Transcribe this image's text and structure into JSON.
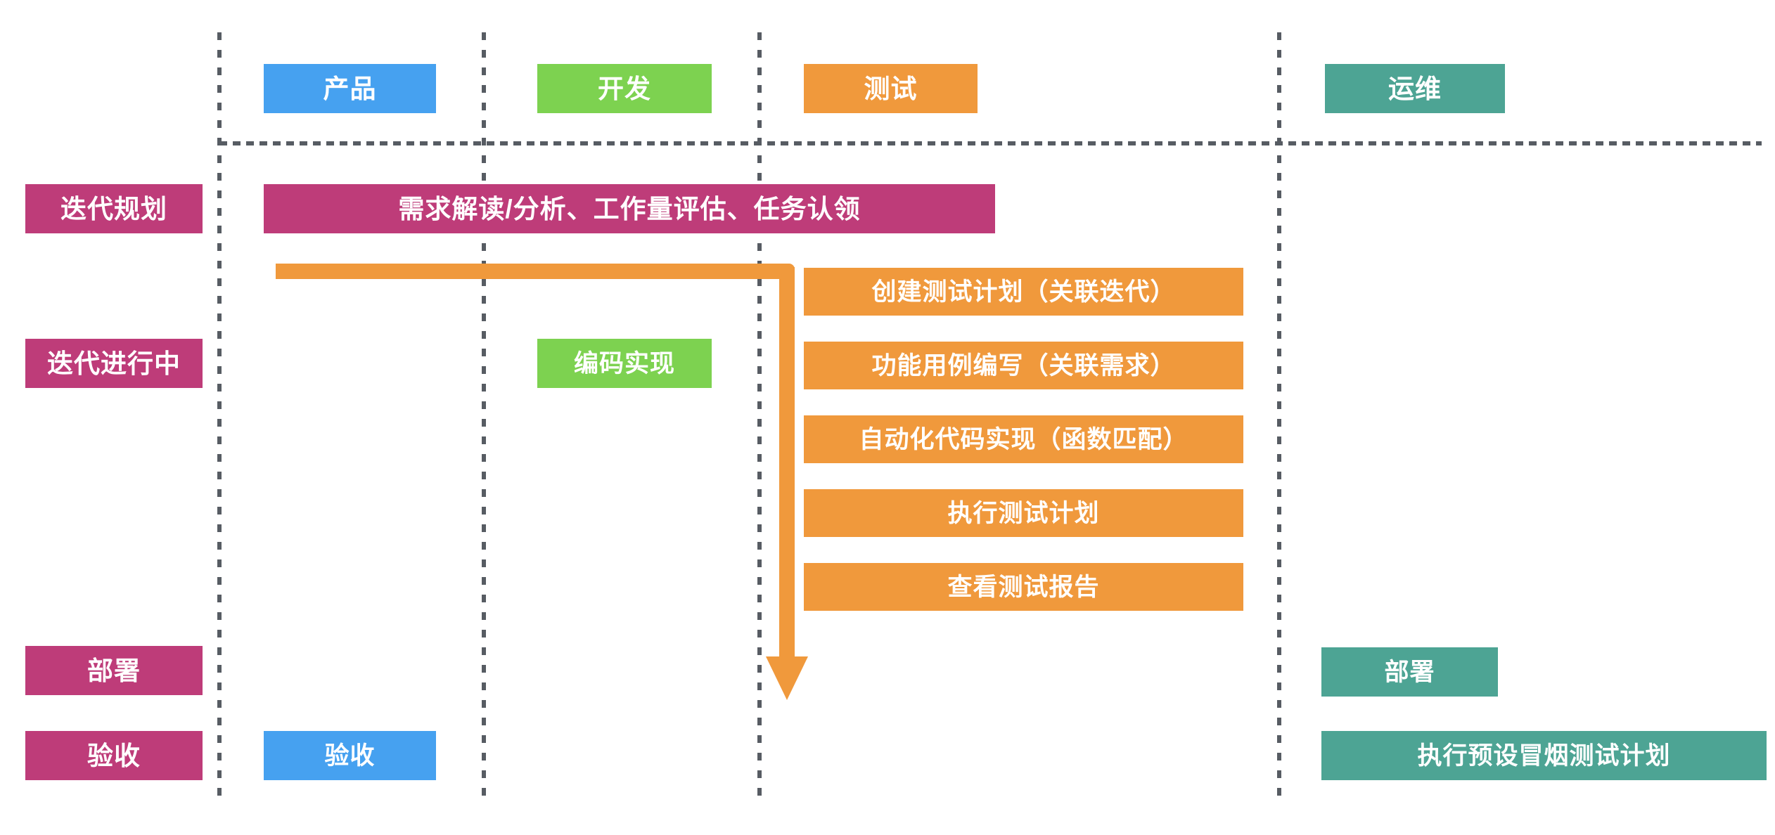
{
  "colors": {
    "blue": "#46A1F0",
    "green": "#7DD250",
    "orange": "#F0993C",
    "teal": "#4DA494",
    "magenta": "#BE3C79",
    "grid": "#575C63",
    "text_on_fill": "#FFFFFF",
    "background": "#FFFFFF"
  },
  "columns": [
    {
      "label": "产品"
    },
    {
      "label": "开发"
    },
    {
      "label": "测试"
    },
    {
      "label": "运维"
    }
  ],
  "rows": [
    {
      "label": "迭代规划"
    },
    {
      "label": "迭代进行中"
    },
    {
      "label": "部署"
    },
    {
      "label": "验收"
    }
  ],
  "tasks": {
    "planning_bar": "需求解读/分析、工作量评估、任务认领",
    "coding": "编码实现",
    "test_column": [
      "创建测试计划（关联迭代）",
      "功能用例编写（关联需求）",
      "自动化代码实现（函数匹配）",
      "执行测试计划",
      "查看测试报告"
    ],
    "ops_deploy": "部署",
    "product_acceptance": "验收",
    "ops_smoke_test": "执行预设冒烟测试计划"
  }
}
